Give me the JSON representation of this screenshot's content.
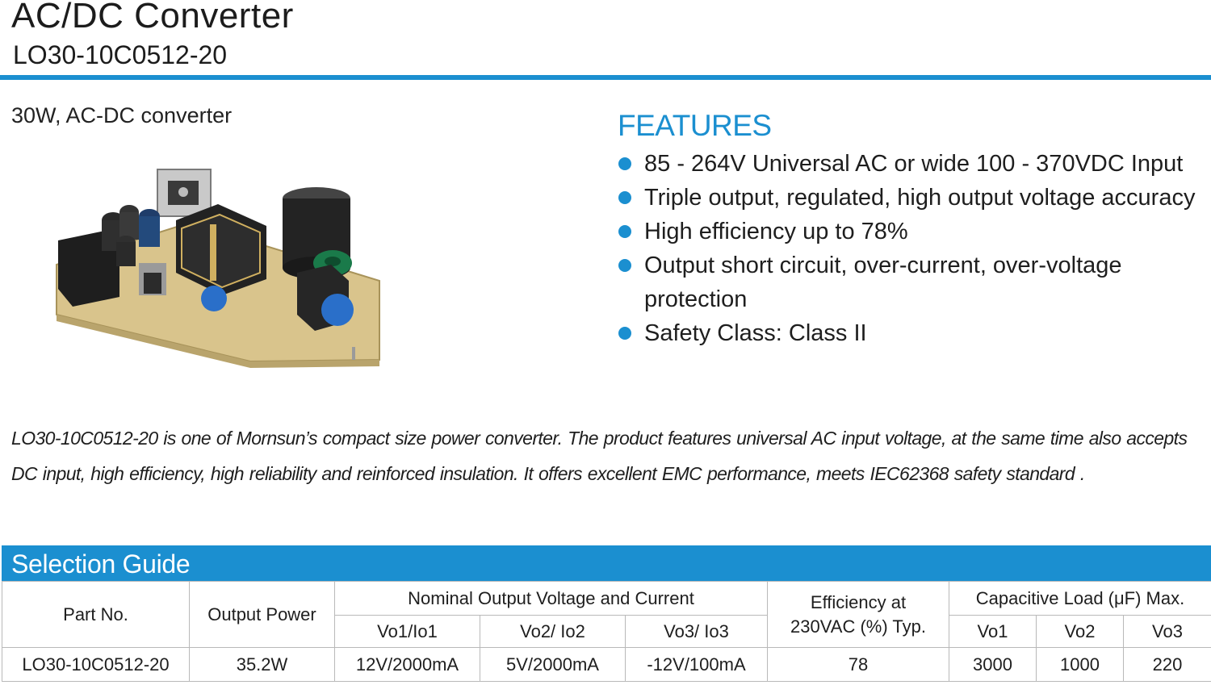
{
  "header": {
    "title": "AC/DC Converter",
    "model": "LO30-10C0512-20"
  },
  "tagline": "30W, AC-DC converter",
  "features": {
    "heading": "FEATURES",
    "items": [
      "85 - 264V Universal AC or wide 100 - 370VDC Input",
      "Triple output, regulated, high output voltage accuracy",
      "High efficiency up to 78%",
      "Output short circuit, over-current, over-voltage protection",
      "Safety Class: Class II"
    ]
  },
  "description": "LO30-10C0512-20 is one of Mornsun’s compact size power converter. The product features universal AC input voltage, at the same time also accepts DC input, high efficiency, high reliability and reinforced insulation. It offers excellent EMC performance, meets IEC62368 safety standard .",
  "selection_guide": {
    "title": "Selection Guide",
    "headers": {
      "part_no": "Part No.",
      "output_power": "Output Power",
      "nominal_output": "Nominal Output Voltage and Current",
      "efficiency": "Efficiency at 230VAC (%) Typ.",
      "capacitive_load": "Capacitive Load (μF) Max.",
      "vo1_io1": "Vo1/Io1",
      "vo2_io2": "Vo2/ Io2",
      "vo3_io3": "Vo3/ Io3",
      "vo1": "Vo1",
      "vo2": "Vo2",
      "vo3": "Vo3"
    },
    "rows": [
      {
        "part_no": "LO30-10C0512-20",
        "output_power": "35.2W",
        "vo1_io1": "12V/2000mA",
        "vo2_io2": "5V/2000mA",
        "vo3_io3": "-12V/100mA",
        "efficiency": "78",
        "cap_vo1": "3000",
        "cap_vo2": "1000",
        "cap_vo3": "220"
      }
    ]
  },
  "colors": {
    "accent": "#1b8fd0",
    "text": "#1e1e1e",
    "table_border": "#b9b9b9"
  },
  "icons": {
    "product_image": "pcb-power-module-photo",
    "bullet": "blue-dot-bullet"
  }
}
